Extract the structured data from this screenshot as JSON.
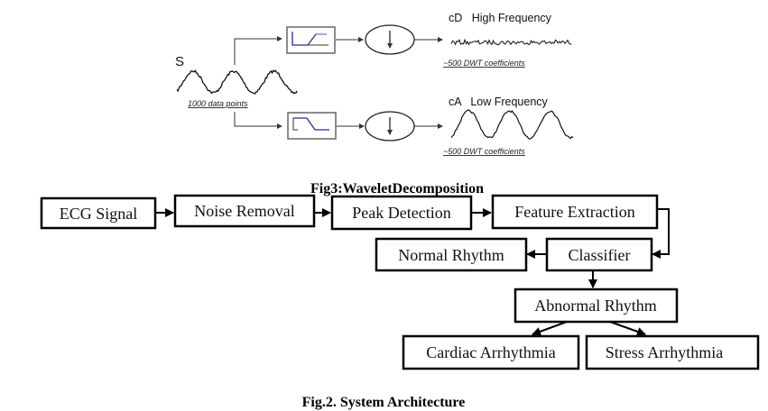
{
  "wavelet": {
    "signal_label": "S",
    "input_caption": "1000 data points",
    "detail": {
      "label": "cD   High Frequency",
      "caption": "~500 DWT coefficients",
      "filter": "high-pass-filter-icon"
    },
    "approx": {
      "label": "cA   Low Frequency",
      "caption": "~500 DWT coefficients",
      "filter": "low-pass-filter-icon"
    },
    "downsample_icon": "down-arrow-icon",
    "caption": "Fig3:WaveletDecomposition",
    "colors": {
      "filter_line": "#2b2f8f",
      "filter_line_light": "#8f96d6"
    }
  },
  "architecture": {
    "nodes": {
      "ecg_signal": "ECG Signal",
      "noise_removal": "Noise Removal",
      "peak_detection": "Peak Detection",
      "feature_extraction": "Feature Extraction",
      "classifier": "Classifier",
      "normal_rhythm": "Normal Rhythm",
      "abnormal_rhythm": "Abnormal Rhythm",
      "cardiac_arrhythmia": "Cardiac Arrhythmia",
      "stress_arrhythmia": "Stress Arrhythmia"
    },
    "edges": [
      [
        "ecg_signal",
        "noise_removal"
      ],
      [
        "noise_removal",
        "peak_detection"
      ],
      [
        "peak_detection",
        "feature_extraction"
      ],
      [
        "feature_extraction",
        "classifier"
      ],
      [
        "classifier",
        "normal_rhythm"
      ],
      [
        "classifier",
        "abnormal_rhythm"
      ],
      [
        "abnormal_rhythm",
        "cardiac_arrhythmia"
      ],
      [
        "abnormal_rhythm",
        "stress_arrhythmia"
      ]
    ],
    "caption": "Fig.2. System Architecture"
  }
}
